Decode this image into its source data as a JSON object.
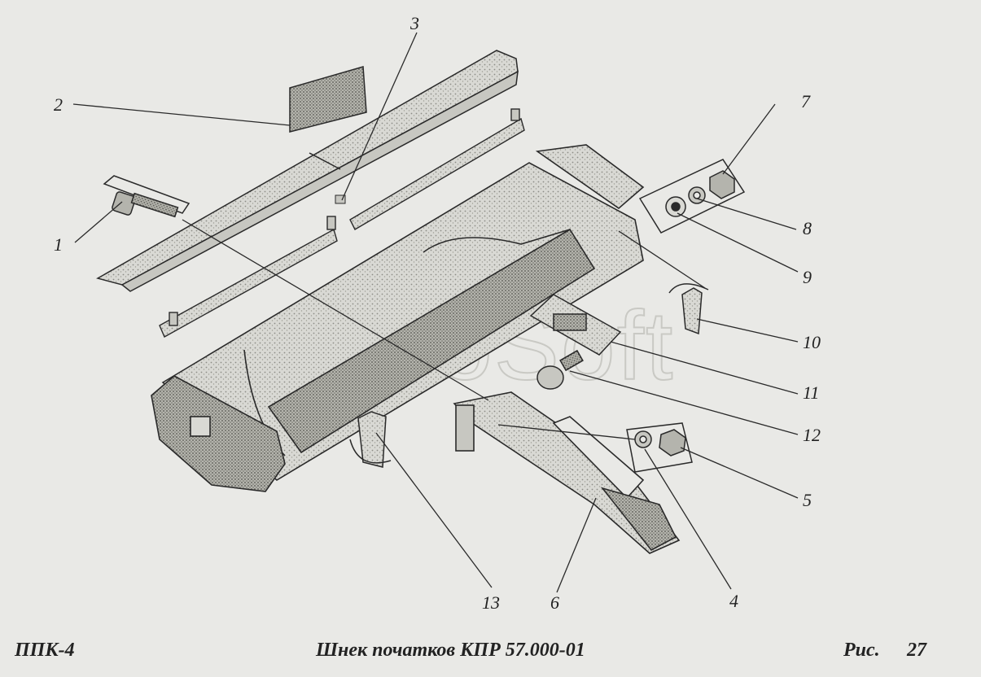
{
  "watermark": "AutoSoft",
  "footer": {
    "model": "ППК-4",
    "title": "Шнек початков КПР 57.000-01",
    "fig_label": "Рис.",
    "fig_number": "27"
  },
  "callouts": [
    "1",
    "2",
    "3",
    "4",
    "5",
    "6",
    "7",
    "8",
    "9",
    "10",
    "11",
    "12",
    "13"
  ],
  "colors": {
    "paper": "#e9e9e6",
    "ink": "#2a2a2a",
    "hatch": "#8d8d86"
  }
}
